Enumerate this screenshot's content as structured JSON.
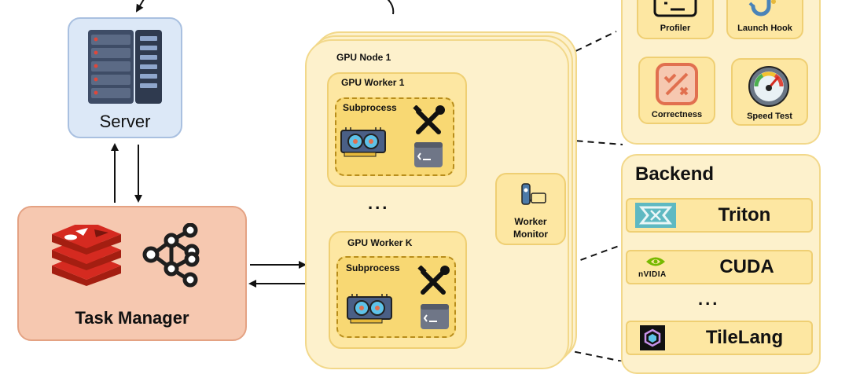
{
  "server": {
    "label": "Server"
  },
  "task_manager": {
    "label": "Task Manager"
  },
  "gpu_node": {
    "label": "GPU Node 1",
    "worker_1": {
      "label": "GPU Worker 1",
      "subprocess_label": "Subprocess"
    },
    "ellipsis": "...",
    "worker_k": {
      "label": "GPU Worker K",
      "subprocess_label": "Subprocess"
    }
  },
  "monitor": {
    "label_line1": "Worker",
    "label_line2": "Monitor"
  },
  "tools": {
    "profiler": "Profiler",
    "launch_hook": "Launch Hook",
    "correctness": "Correctness",
    "speed_test": "Speed Test"
  },
  "backend": {
    "title": "Backend",
    "items": [
      {
        "name": "Triton"
      },
      {
        "name": "CUDA",
        "logo_text": "nVIDIA"
      },
      {
        "name": "TileLang"
      }
    ],
    "ellipsis": "..."
  },
  "colors": {
    "server_fill": "#dce8f7",
    "task_fill": "#f6c8b0",
    "node_fill": "#fdf1cc",
    "worker_fill": "#fde7a2",
    "subprocess_fill": "#f8d873",
    "nvidia_green": "#76b900",
    "redis_red": "#d52a20",
    "correctness_orange": "#e1704f"
  }
}
